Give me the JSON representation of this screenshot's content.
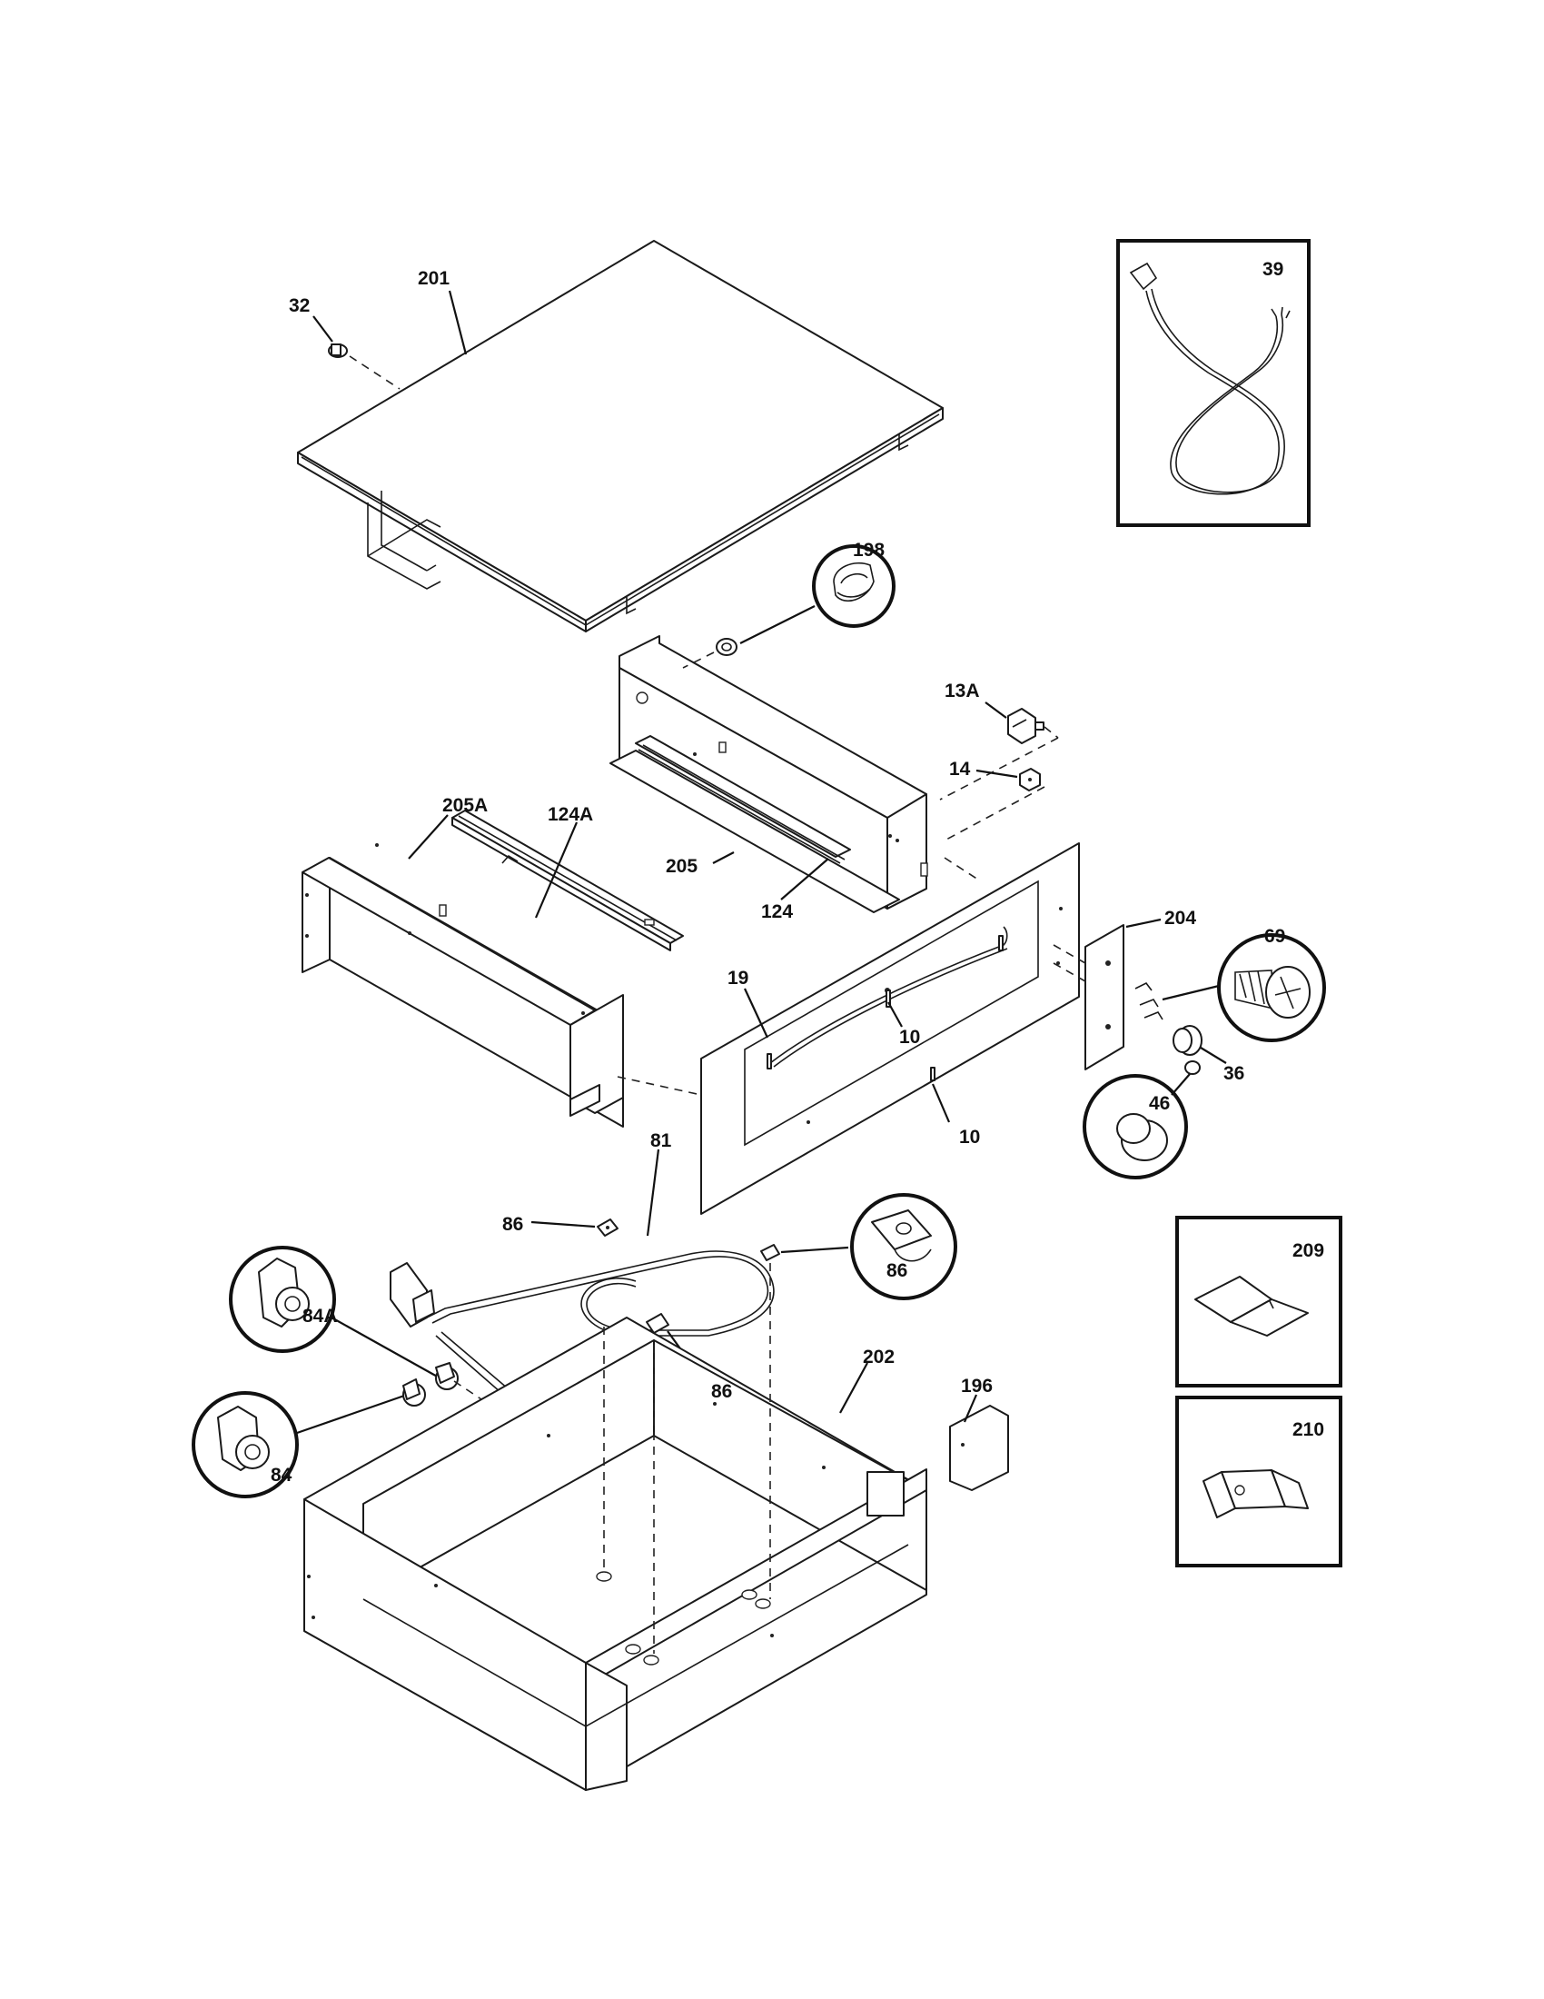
{
  "callouts": {
    "c201": "201",
    "c32": "32",
    "c39": "39",
    "c198": "198",
    "c13A": "13A",
    "c14": "14",
    "c205A": "205A",
    "c124A": "124A",
    "c205": "205",
    "c124": "124",
    "c204": "204",
    "c69": "69",
    "c19": "19",
    "c10a": "10",
    "c10b": "10",
    "c36": "36",
    "c46": "46",
    "c81": "81",
    "c86a": "86",
    "c86b": "86",
    "c86c": "86",
    "c84A": "84A",
    "c84": "84",
    "c202": "202",
    "c196": "196",
    "c209": "209",
    "c210": "210"
  }
}
